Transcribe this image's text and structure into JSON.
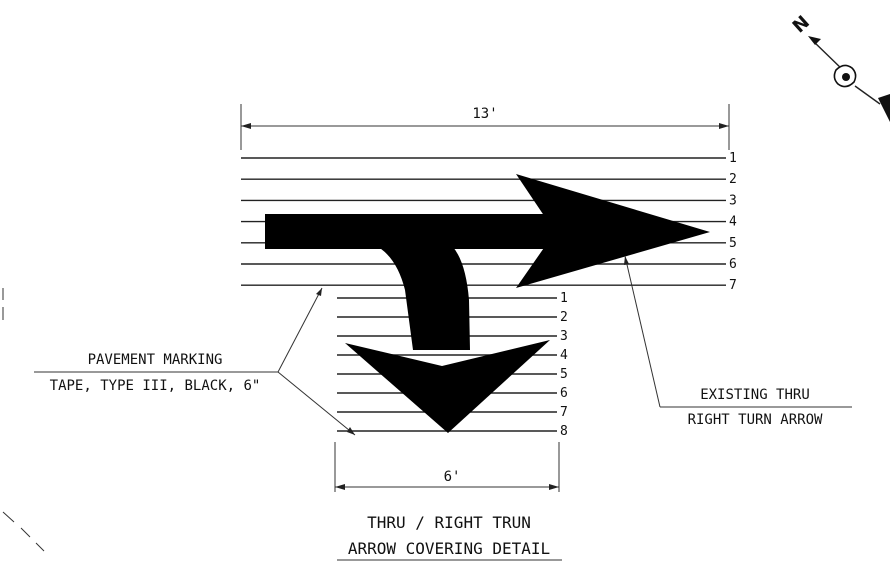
{
  "dimensions": {
    "top_width": "13'",
    "bottom_width": "6'"
  },
  "top_stripes": [
    "1",
    "2",
    "3",
    "4",
    "5",
    "6",
    "7"
  ],
  "bottom_stripes": [
    "1",
    "2",
    "3",
    "4",
    "5",
    "6",
    "7",
    "8"
  ],
  "callout_left": {
    "line1": "PAVEMENT MARKING",
    "line2": "TAPE, TYPE III, BLACK, 6\""
  },
  "callout_right": {
    "line1": "EXISTING THRU",
    "line2": "RIGHT TURN ARROW"
  },
  "title": {
    "line1": "THRU / RIGHT TRUN",
    "line2": "ARROW COVERING DETAIL"
  },
  "north_label": "N",
  "colors": {
    "ink": "#111111",
    "arrow": "#000000"
  }
}
